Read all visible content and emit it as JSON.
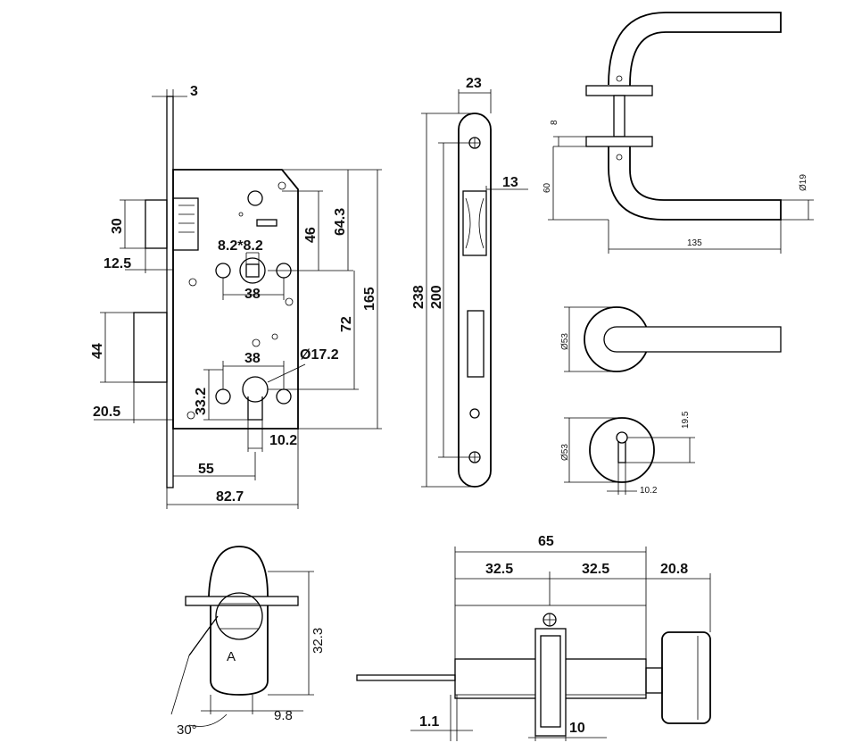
{
  "lock_body": {
    "faceplate_thickness": "3",
    "latch_height": "30",
    "latch_projection": "12.5",
    "deadbolt_height": "44",
    "deadbolt_projection": "20.5",
    "spindle": "8.2*8.2",
    "spindle_to_top": "46",
    "follower_to_top": "64.3",
    "body_height": "165",
    "follower_fix_spacing": "38",
    "centre_distance": "72",
    "cylinder_fix_spacing": "38",
    "hole_diameter": "Ø17.2",
    "cylinder_hole_height": "33.2",
    "cylinder_width": "10.2",
    "backset": "55",
    "body_depth": "82.7"
  },
  "strike_plate": {
    "width": "23",
    "slot_width": "13",
    "height": "238",
    "fix_spacing": "200"
  },
  "handle": {
    "rose_thickness": "8",
    "handle_drop": "60",
    "grip_diameter": "Ø19",
    "handle_length": "135",
    "rose_diameter": "Ø53",
    "escutcheon_diameter": "Ø53",
    "keyhole_offset": "19.5",
    "keyhole_width": "10.2"
  },
  "cylinder_profile": {
    "profile_height": "32.3",
    "cam_offset": "9.8",
    "cam_angle": "30°"
  },
  "cylinder_side": {
    "total_length": "65",
    "half_left": "32.5",
    "half_right": "32.5",
    "thumbturn_length": "20.8",
    "flange": "1.1",
    "cam_width": "10"
  }
}
